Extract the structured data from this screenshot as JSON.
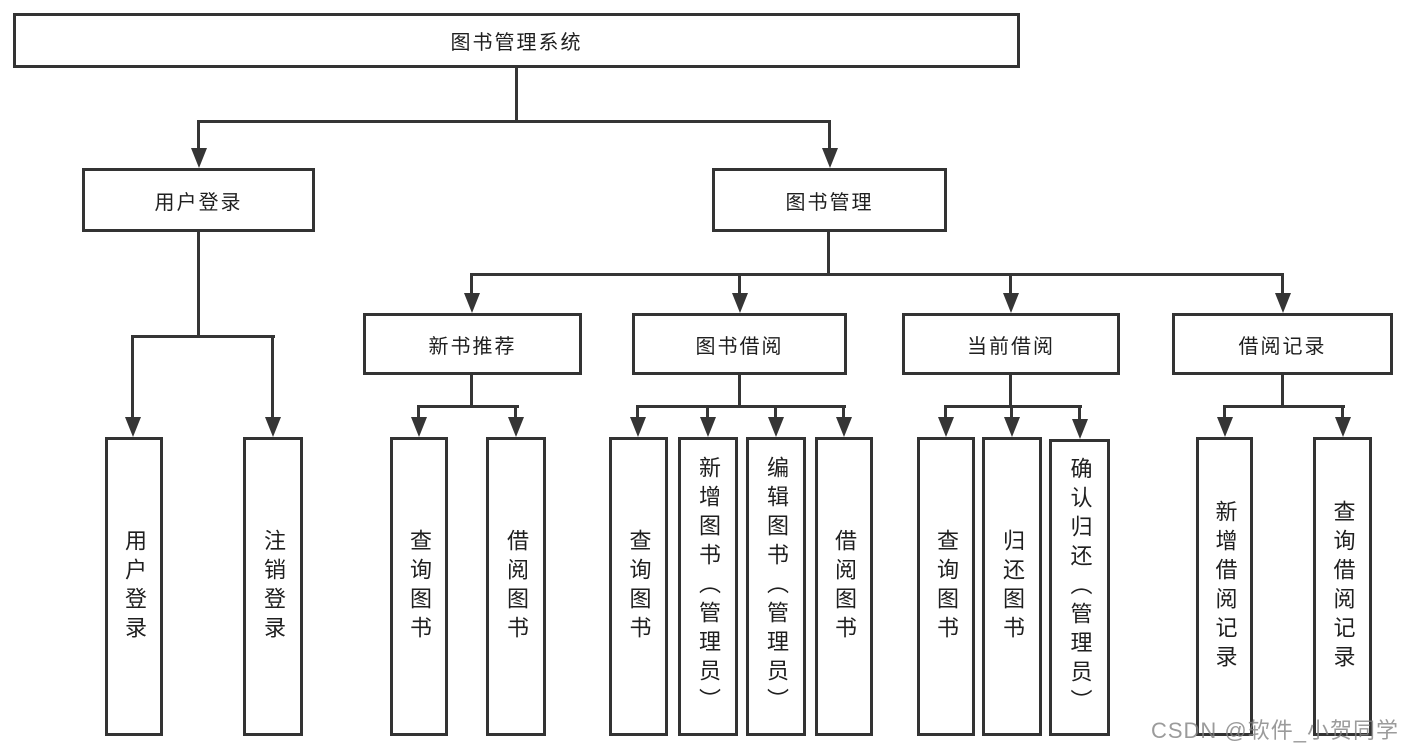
{
  "tree": {
    "root": "图书管理系统",
    "branches": [
      {
        "label": "用户登录",
        "children": [
          {
            "label": "用户登录"
          },
          {
            "label": "注销登录"
          }
        ]
      },
      {
        "label": "图书管理",
        "children": [
          {
            "label": "新书推荐",
            "children": [
              {
                "label": "查询图书"
              },
              {
                "label": "借阅图书"
              }
            ]
          },
          {
            "label": "图书借阅",
            "children": [
              {
                "label": "查询图书"
              },
              {
                "label": "新增图书（管理员）"
              },
              {
                "label": "编辑图书（管理员）"
              },
              {
                "label": "借阅图书"
              }
            ]
          },
          {
            "label": "当前借阅",
            "children": [
              {
                "label": "查询图书"
              },
              {
                "label": "归还图书"
              },
              {
                "label": "确认归还（管理员）"
              }
            ]
          },
          {
            "label": "借阅记录",
            "children": [
              {
                "label": "新增借阅记录"
              },
              {
                "label": "查询借阅记录"
              }
            ]
          }
        ]
      }
    ]
  },
  "watermark": "CSDN @软件_小贺同学",
  "colors": {
    "line": "#353535",
    "text": "#1f1f1f",
    "background": "#ffffff",
    "watermark": "#828282"
  }
}
